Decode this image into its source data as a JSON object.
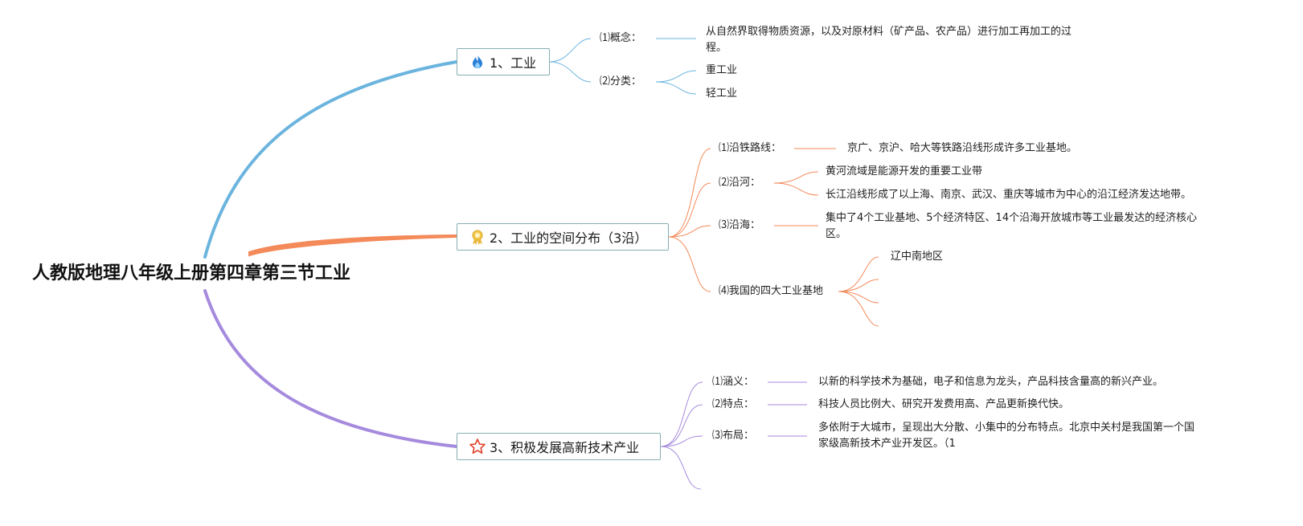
{
  "root": {
    "title": "人教版地理八年级上册第四章第三节工业"
  },
  "colors": {
    "blue": "#6ab4de",
    "orange": "#f48a5a",
    "purple": "#a58ade",
    "box_border": "#86aeb2"
  },
  "branches": [
    {
      "label": "1、工业",
      "icon": "fire-icon",
      "items": [
        {
          "label": "⑴概念：",
          "details": [
            "从自然界取得物质资源，以及对原材料（矿产品、农产品）进行加工再加工的过程。"
          ]
        },
        {
          "label": "⑵分类：",
          "details": [
            "重工业",
            "轻工业"
          ]
        }
      ]
    },
    {
      "label": "2、工业的空间分布（3沿）",
      "icon": "award-medal-icon",
      "items": [
        {
          "label": "⑴沿铁路线：",
          "details": [
            "京广、京沪、哈大等铁路沿线形成许多工业基地。"
          ]
        },
        {
          "label": "⑵沿河：",
          "details": [
            "黄河流域是能源开发的重要工业带",
            "长江沿线形成了以上海、南京、武汉、重庆等城市为中心的沿江经济发达地带。"
          ]
        },
        {
          "label": "⑶沿海：",
          "details": [
            "集中了4个工业基地、5个经济特区、14个沿海开放城市等工业最发达的经济核心区。"
          ]
        },
        {
          "label": "⑷我国的四大工业基地",
          "details": [
            "辽中南地区"
          ]
        }
      ]
    },
    {
      "label": "3、积极发展高新技术产业",
      "icon": "star-icon",
      "items": [
        {
          "label": "⑴涵义：",
          "details": [
            "以新的科学技术为基础，电子和信息为龙头，产品科技含量高的新兴产业。"
          ]
        },
        {
          "label": "⑵特点：",
          "details": [
            "科技人员比例大、研究开发费用高、产品更新换代快。"
          ]
        },
        {
          "label": "⑶布局：",
          "details": [
            "多依附于大城市，呈现出大分散、小集中的分布特点。北京中关村是我国第一个国家级高新技术产业开发区。（1"
          ]
        }
      ]
    }
  ]
}
